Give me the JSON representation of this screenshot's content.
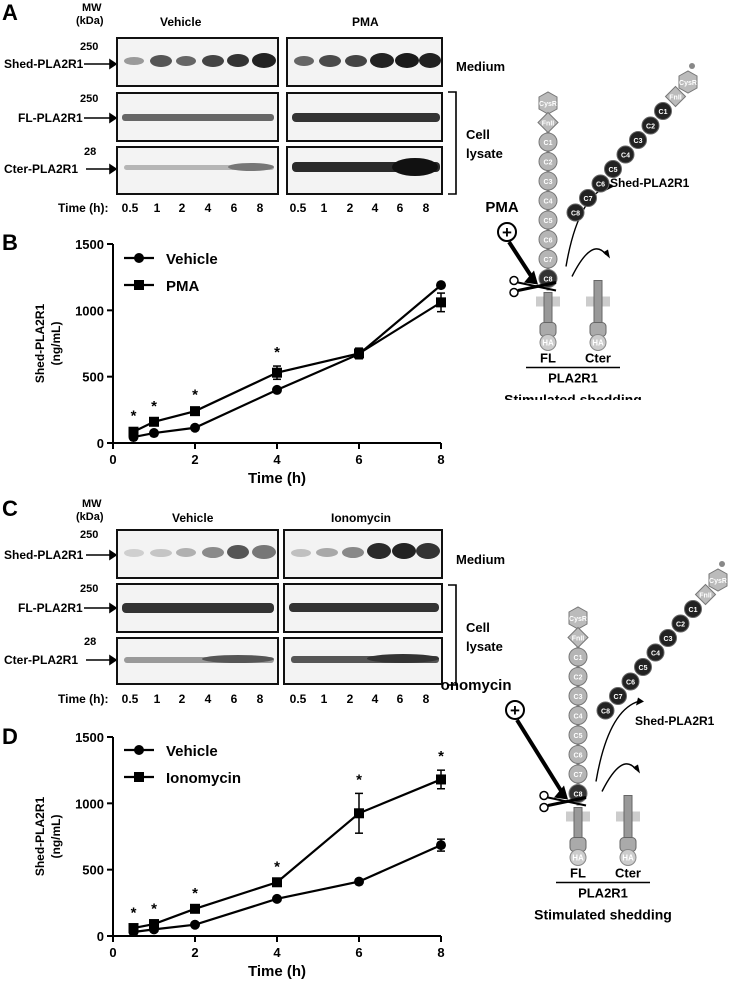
{
  "panels": {
    "A": {
      "letter": "A"
    },
    "B": {
      "letter": "B"
    },
    "C": {
      "letter": "C"
    },
    "D": {
      "letter": "D"
    }
  },
  "blotA": {
    "mw_label": "MW",
    "kda_label": "(kDa)",
    "group_left": "Vehicle",
    "group_right": "PMA",
    "rows": [
      {
        "marker": "250",
        "name": "Shed-PLA2R1",
        "side": "Medium"
      },
      {
        "marker": "250",
        "name": "FL-PLA2R1",
        "side": ""
      },
      {
        "marker": "28",
        "name": "Cter-PLA2R1",
        "side": ""
      }
    ],
    "cell_lysate": "Cell lysate",
    "time_label": "Time (h):",
    "times": [
      "0.5",
      "1",
      "2",
      "4",
      "6",
      "8"
    ]
  },
  "blotC": {
    "mw_label": "MW",
    "kda_label": "(kDa)",
    "group_left": "Vehicle",
    "group_right": "Ionomycin",
    "rows": [
      {
        "marker": "250",
        "name": "Shed-PLA2R1",
        "side": "Medium"
      },
      {
        "marker": "250",
        "name": "FL-PLA2R1",
        "side": ""
      },
      {
        "marker": "28",
        "name": "Cter-PLA2R1",
        "side": ""
      }
    ],
    "cell_lysate": "Cell lysate",
    "time_label": "Time (h):",
    "times": [
      "0.5",
      "1",
      "2",
      "4",
      "6",
      "8"
    ]
  },
  "schemeA": {
    "stimulus": "PMA",
    "shed_label": "Shed-PLA2R1",
    "fl": "FL",
    "cter": "Cter",
    "receptor": "PLA2R1",
    "caption": "Stimulated shedding",
    "domains": [
      "CysR",
      "FnII",
      "C1",
      "C2",
      "C3",
      "C4",
      "C5",
      "C6",
      "C7",
      "C8"
    ],
    "tag": "HA"
  },
  "schemeC": {
    "stimulus": "Ionomycin",
    "shed_label": "Shed-PLA2R1",
    "fl": "FL",
    "cter": "Cter",
    "receptor": "PLA2R1",
    "caption": "Stimulated shedding",
    "domains": [
      "CysR",
      "FnII",
      "C1",
      "C2",
      "C3",
      "C4",
      "C5",
      "C6",
      "C7",
      "C8"
    ],
    "tag": "HA"
  },
  "chart_data": [
    {
      "type": "line",
      "panel": "B",
      "xlabel": "Time (h)",
      "ylabel": "Shed-PLA2R1 (ng/mL)",
      "xlim": [
        0,
        8
      ],
      "ylim": [
        0,
        1500
      ],
      "xticks": [
        "0",
        "2",
        "4",
        "6",
        "8"
      ],
      "yticks": [
        "0",
        "500",
        "1000",
        "1500"
      ],
      "legend_position": "top-left",
      "series": [
        {
          "name": "Vehicle",
          "marker": "circle",
          "x": [
            0.5,
            1,
            2,
            4,
            6,
            8
          ],
          "y": [
            45,
            75,
            115,
            400,
            670,
            1190
          ],
          "err": [
            10,
            10,
            10,
            15,
            30,
            15
          ]
        },
        {
          "name": "PMA",
          "marker": "square",
          "x": [
            0.5,
            1,
            2,
            4,
            6,
            8
          ],
          "y": [
            85,
            160,
            240,
            530,
            675,
            1060
          ],
          "err": [
            15,
            15,
            20,
            50,
            40,
            70
          ]
        }
      ],
      "significance": [
        "*",
        "*",
        "*",
        "*"
      ],
      "significance_x": [
        0.5,
        1,
        2,
        4
      ]
    },
    {
      "type": "line",
      "panel": "D",
      "xlabel": "Time (h)",
      "ylabel": "Shed-PLA2R1 (ng/mL)",
      "xlim": [
        0,
        8
      ],
      "ylim": [
        0,
        1500
      ],
      "xticks": [
        "0",
        "2",
        "4",
        "6",
        "8"
      ],
      "yticks": [
        "0",
        "500",
        "1000",
        "1500"
      ],
      "legend_position": "top-left",
      "series": [
        {
          "name": "Vehicle",
          "marker": "circle",
          "x": [
            0.5,
            1,
            2,
            4,
            6,
            8
          ],
          "y": [
            30,
            50,
            85,
            280,
            410,
            685
          ],
          "err": [
            5,
            5,
            8,
            10,
            15,
            45
          ]
        },
        {
          "name": "Ionomycin",
          "marker": "square",
          "x": [
            0.5,
            1,
            2,
            4,
            6,
            8
          ],
          "y": [
            60,
            90,
            205,
            405,
            925,
            1180
          ],
          "err": [
            10,
            12,
            15,
            15,
            150,
            70
          ]
        }
      ],
      "significance": [
        "*",
        "*",
        "*",
        "*",
        "*",
        "*"
      ],
      "significance_x": [
        0.5,
        1,
        2,
        4,
        6,
        8
      ]
    }
  ]
}
